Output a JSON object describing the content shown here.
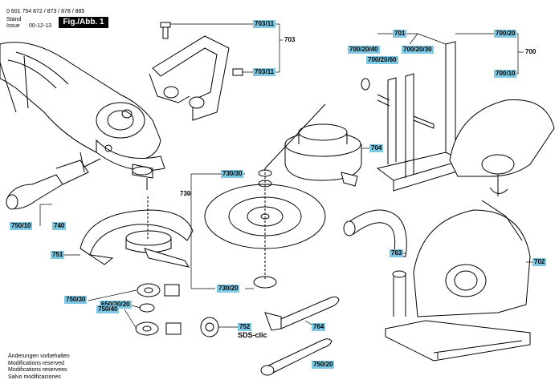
{
  "header": {
    "part_number": "0 601 754 872 / 873 / 878 / 885",
    "stand_label": "Stand",
    "issue_label": "Issue",
    "issue_date": "00-12-13",
    "figure_label": "Fig./Abb. 1"
  },
  "labels": {
    "l703_11_top": "703/11",
    "l703": "703",
    "l703_11_bottom": "703/11",
    "l701": "701",
    "l700_20_40": "700/20/40",
    "l700_20_60": "700/20/60",
    "l700_20_30": "700/20/30",
    "l700_20": "700/20",
    "l700": "700",
    "l700_10": "700/10",
    "l704": "704",
    "l730_30": "730/30",
    "l730": "730",
    "l730_20": "730/20",
    "l750_10": "750/10",
    "l740": "740",
    "l751": "751",
    "l750_30": "750/30",
    "l650_30_20": "650/30/20",
    "l750_40": "750/40",
    "l752": "752",
    "l763": "763",
    "l702": "702",
    "l764": "764",
    "l750_20": "750/20",
    "sds_clic": "SDS-clic"
  },
  "notes": [
    "Änderungen vorbehalten",
    "Modifications reserved",
    "Modifications reservees",
    "Salvo modificaciones"
  ]
}
